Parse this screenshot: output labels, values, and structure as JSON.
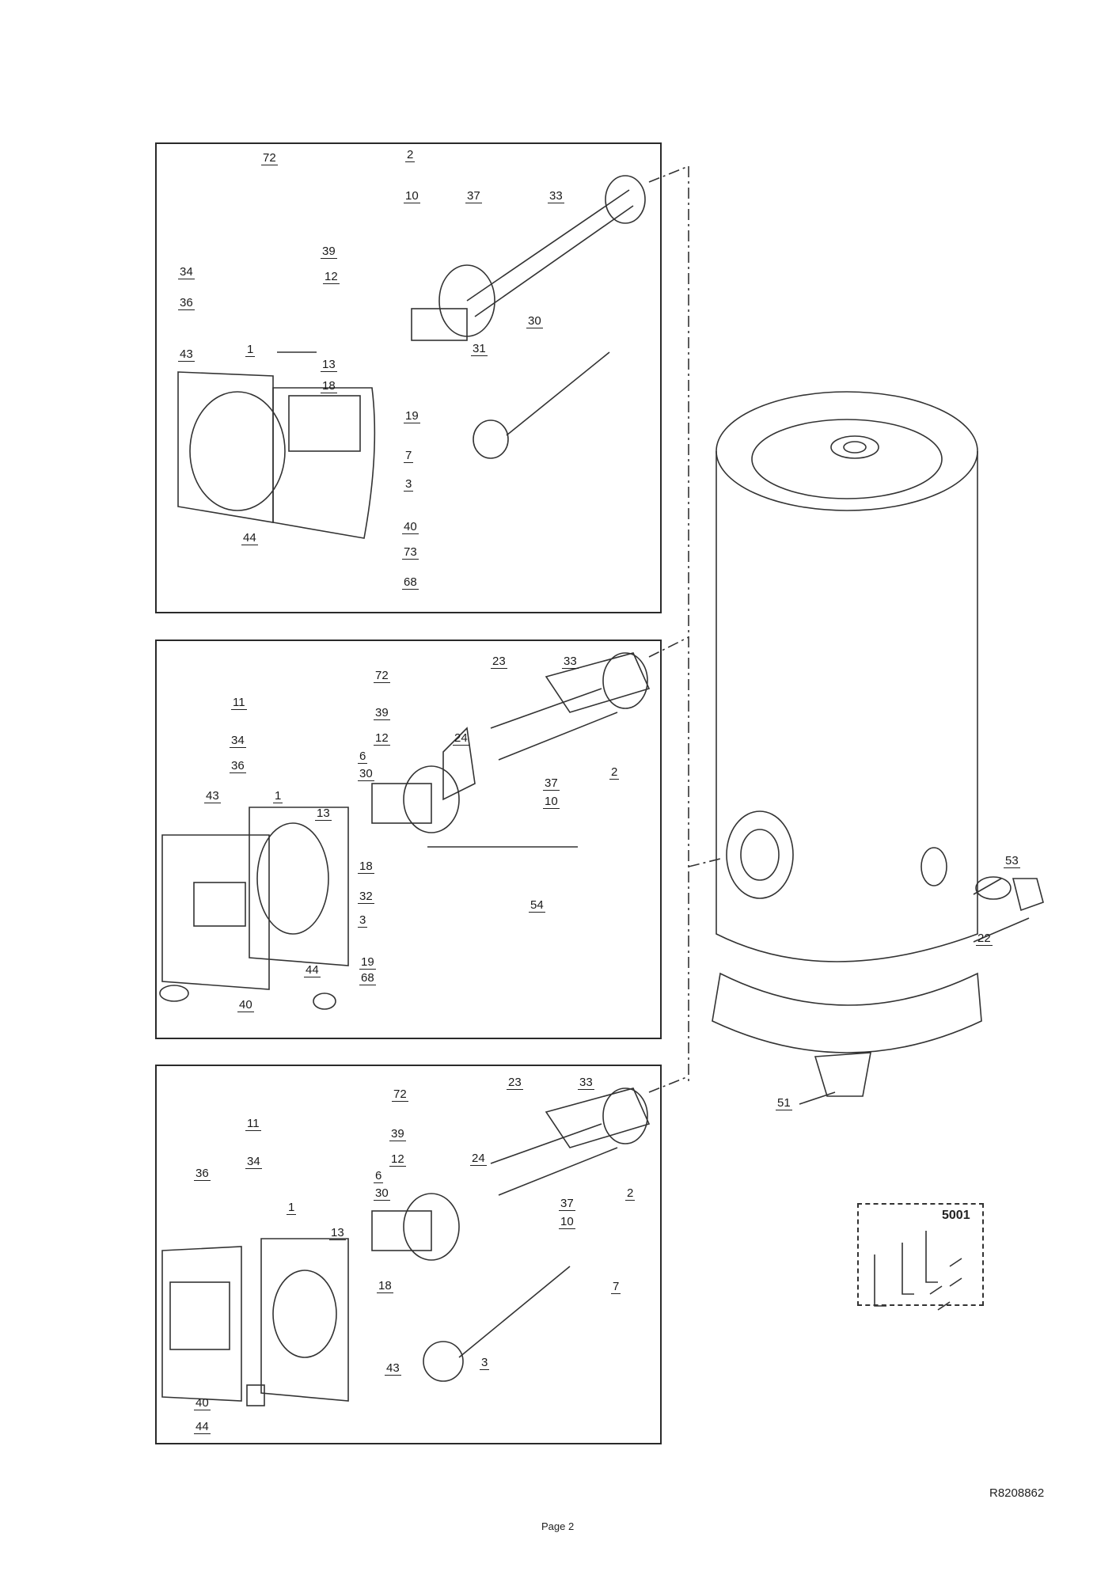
{
  "panels": {
    "top": {
      "labels": [
        "72",
        "2",
        "10",
        "37",
        "33",
        "34",
        "39",
        "12",
        "36",
        "30",
        "1",
        "13",
        "31",
        "43",
        "18",
        "19",
        "7",
        "3",
        "40",
        "44",
        "73",
        "68"
      ]
    },
    "middle": {
      "labels": [
        "23",
        "33",
        "72",
        "11",
        "39",
        "34",
        "12",
        "36",
        "24",
        "6",
        "30",
        "2",
        "37",
        "10",
        "1",
        "13",
        "43",
        "18",
        "32",
        "3",
        "54",
        "44",
        "19",
        "68",
        "40"
      ]
    },
    "bottom": {
      "labels": [
        "23",
        "33",
        "72",
        "11",
        "39",
        "34",
        "12",
        "24",
        "6",
        "36",
        "30",
        "2",
        "1",
        "37",
        "10",
        "13",
        "7",
        "18",
        "3",
        "43",
        "40",
        "44"
      ]
    }
  },
  "tank": {
    "labels": [
      "53",
      "22",
      "51"
    ]
  },
  "kit": {
    "label": "5001"
  },
  "reference": "R8208862",
  "page_label": "Page 2"
}
